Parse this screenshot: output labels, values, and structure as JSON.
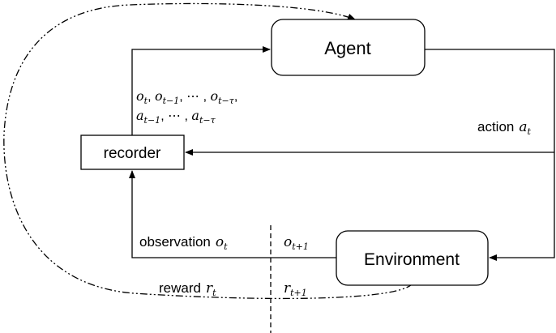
{
  "nodes": {
    "agent": "Agent",
    "environment": "Environment",
    "recorder": "recorder"
  },
  "labels": {
    "history_line1": [
      "o",
      "t",
      ", ",
      "o",
      "t−1",
      ", ⋯ , ",
      "o",
      "t−τ",
      ","
    ],
    "history_line2": [
      "a",
      "t−1",
      ", ⋯ , ",
      "a",
      "t−τ"
    ],
    "action_word": "action",
    "action_var": "a",
    "action_sub": "t",
    "observation_word": "observation",
    "observation_var": "o",
    "observation_sub": "t",
    "obs_next_var": "o",
    "obs_next_sub": "t+1",
    "reward_word": "reward",
    "reward_var": "r",
    "reward_sub": "t",
    "reward_next_var": "r",
    "reward_next_sub": "t+1"
  },
  "colors": {
    "stroke": "#000000",
    "text": "#000000",
    "background": "#ffffff"
  }
}
